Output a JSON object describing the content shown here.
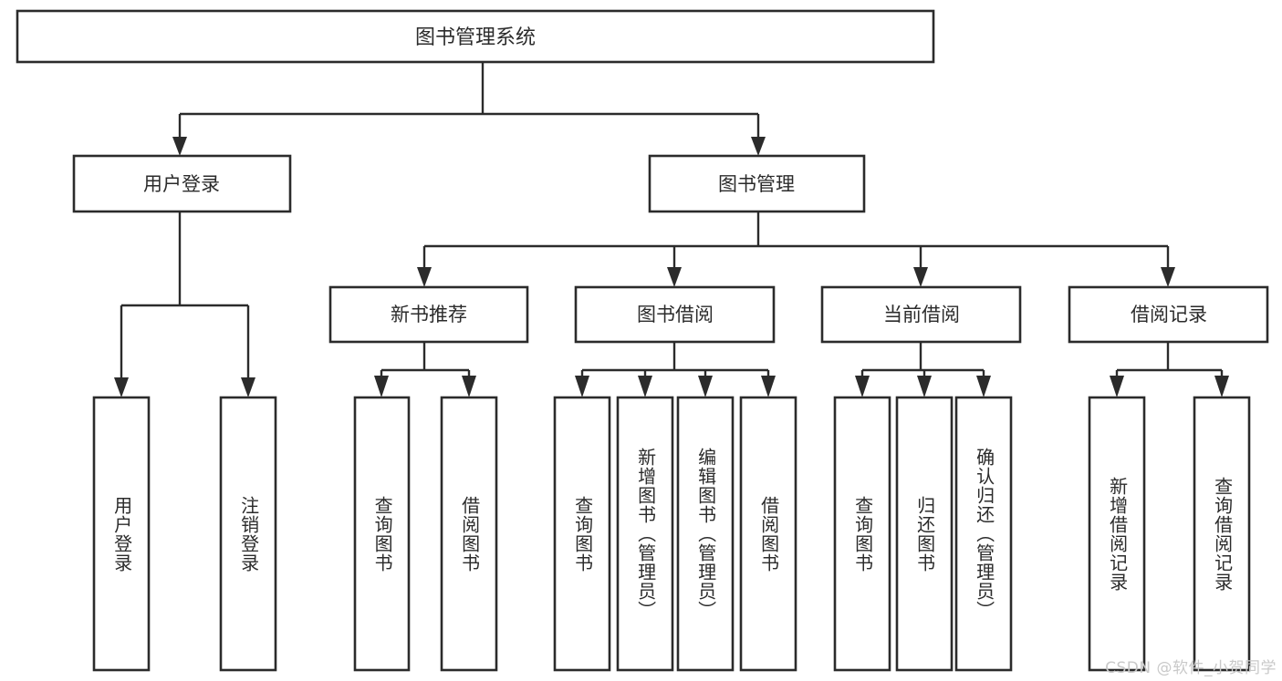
{
  "diagram": {
    "type": "tree-hierarchy",
    "background_color": "#ffffff",
    "line_color": "#2b2b2b",
    "box_fill": "#ffffff",
    "root": {
      "label": "图书管理系统"
    },
    "level1": [
      {
        "label": "用户登录"
      },
      {
        "label": "图书管理"
      }
    ],
    "level2": [
      {
        "label": "新书推荐"
      },
      {
        "label": "图书借阅"
      },
      {
        "label": "当前借阅"
      },
      {
        "label": "借阅记录"
      }
    ],
    "leaves": {
      "user_login": [
        {
          "label": "用户登录"
        },
        {
          "label": "注销登录"
        }
      ],
      "new_book_recommend": [
        {
          "label": "查询图书"
        },
        {
          "label": "借阅图书"
        }
      ],
      "book_borrow": [
        {
          "label": "查询图书"
        },
        {
          "label": "新增图书（管理员）"
        },
        {
          "label": "编辑图书（管理员）"
        },
        {
          "label": "借阅图书"
        }
      ],
      "current_borrow": [
        {
          "label": "查询图书"
        },
        {
          "label": "归还图书"
        },
        {
          "label": "确认归还（管理员）"
        }
      ],
      "borrow_record": [
        {
          "label": "新增借阅记录"
        },
        {
          "label": "查询借阅记录"
        }
      ]
    }
  },
  "watermark": {
    "text": "CSDN @软件_小贺同学",
    "color": "#c9c9c9"
  }
}
